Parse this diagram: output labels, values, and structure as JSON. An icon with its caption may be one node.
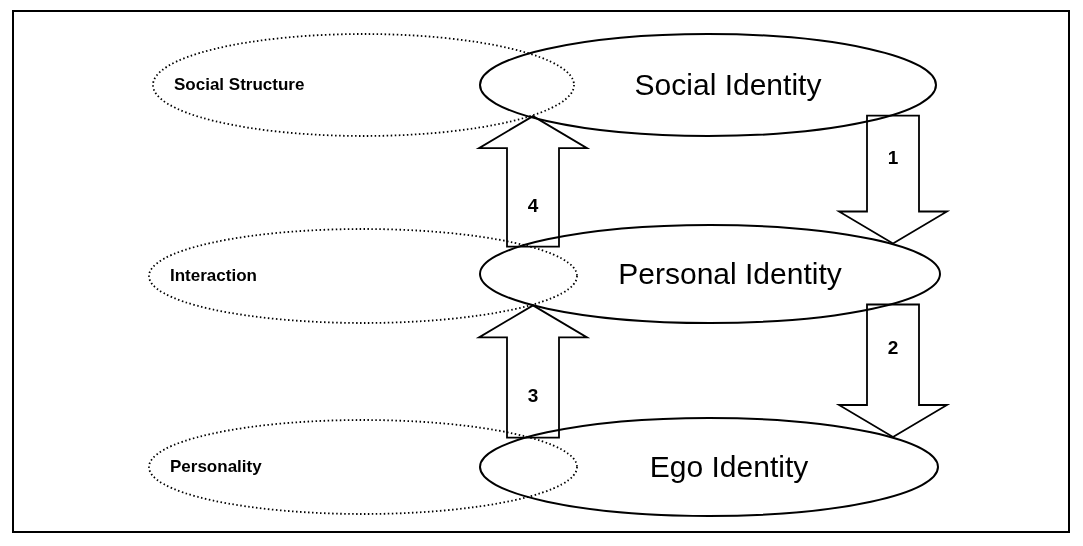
{
  "diagram": {
    "nodes": [
      {
        "text": [
          "Social Structure"
        ]
      },
      {
        "text": [
          "Social Identity"
        ]
      },
      {
        "text": [
          "Interaction"
        ]
      },
      {
        "text": [
          "Personal Identity"
        ]
      },
      {
        "text": [
          "Personality"
        ]
      },
      {
        "text": [
          "Ego Identity"
        ]
      }
    ],
    "edges": [
      {
        "from": 1,
        "to": 3,
        "arrow": "to",
        "label": "1"
      },
      {
        "from": 3,
        "to": 5,
        "arrow": "to",
        "label": "2"
      },
      {
        "from": 4,
        "to": 2,
        "arrow": "to",
        "label": "3"
      },
      {
        "from": 2,
        "to": 0,
        "arrow": "to",
        "label": "4"
      }
    ]
  }
}
